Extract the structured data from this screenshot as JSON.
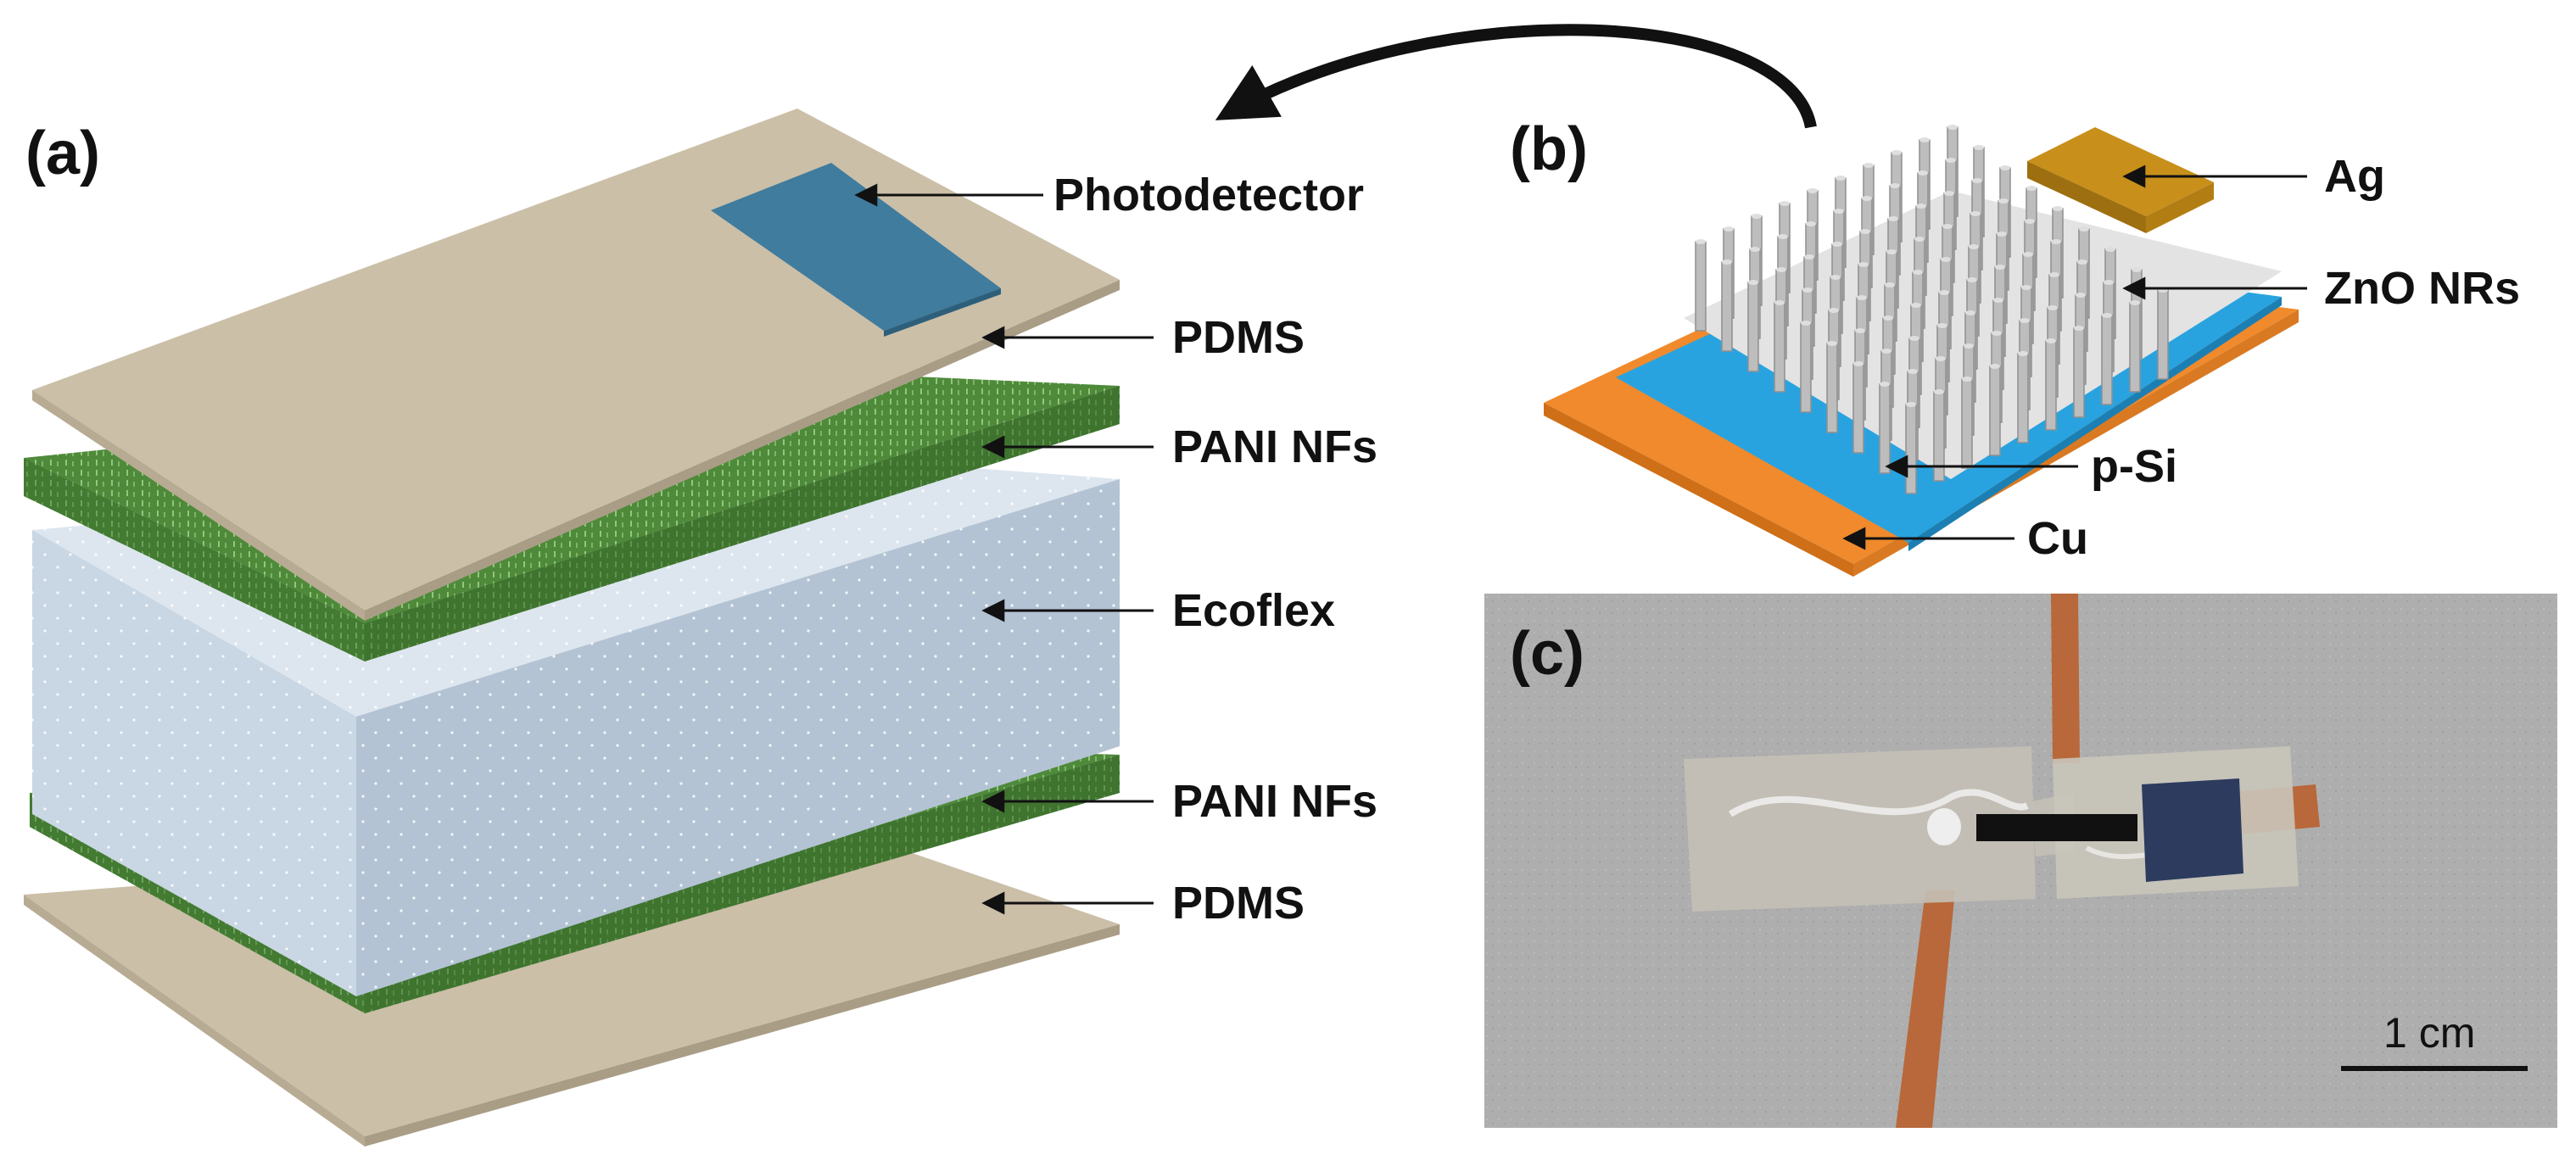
{
  "panels": {
    "a": {
      "label": "(a)"
    },
    "b": {
      "label": "(b)"
    },
    "c": {
      "label": "(c)",
      "scale_bar_label": "1 cm"
    }
  },
  "callouts_a": {
    "photodetector": "Photodetector",
    "pdms_top": "PDMS",
    "pani_top": "PANI NFs",
    "ecoflex": "Ecoflex",
    "pani_bottom": "PANI NFs",
    "pdms_bottom": "PDMS"
  },
  "callouts_b": {
    "ag": "Ag",
    "zno": "ZnO NRs",
    "psi": "p-Si",
    "cu": "Cu"
  },
  "colors": {
    "pdms": "#cbbfa8",
    "pdms_edge": "#b8ab93",
    "pani": "#4e8a3a",
    "pani_dark": "#2f5e23",
    "pani_dash": "#9fd08a",
    "ecoflex_top": "#dde6ef",
    "ecoflex_front": "#c9d6e3",
    "ecoflex_side": "#b3c3d3",
    "photodetector": "#3f7c9e",
    "ag": "#c8901a",
    "zno_rod": "#bdbdbd",
    "zno_base": "#e3e3e3",
    "psi": "#29a3e0",
    "cu": "#f08a2c",
    "photo_background": "#9a9a9a",
    "copper_tape": "#b8683a"
  }
}
